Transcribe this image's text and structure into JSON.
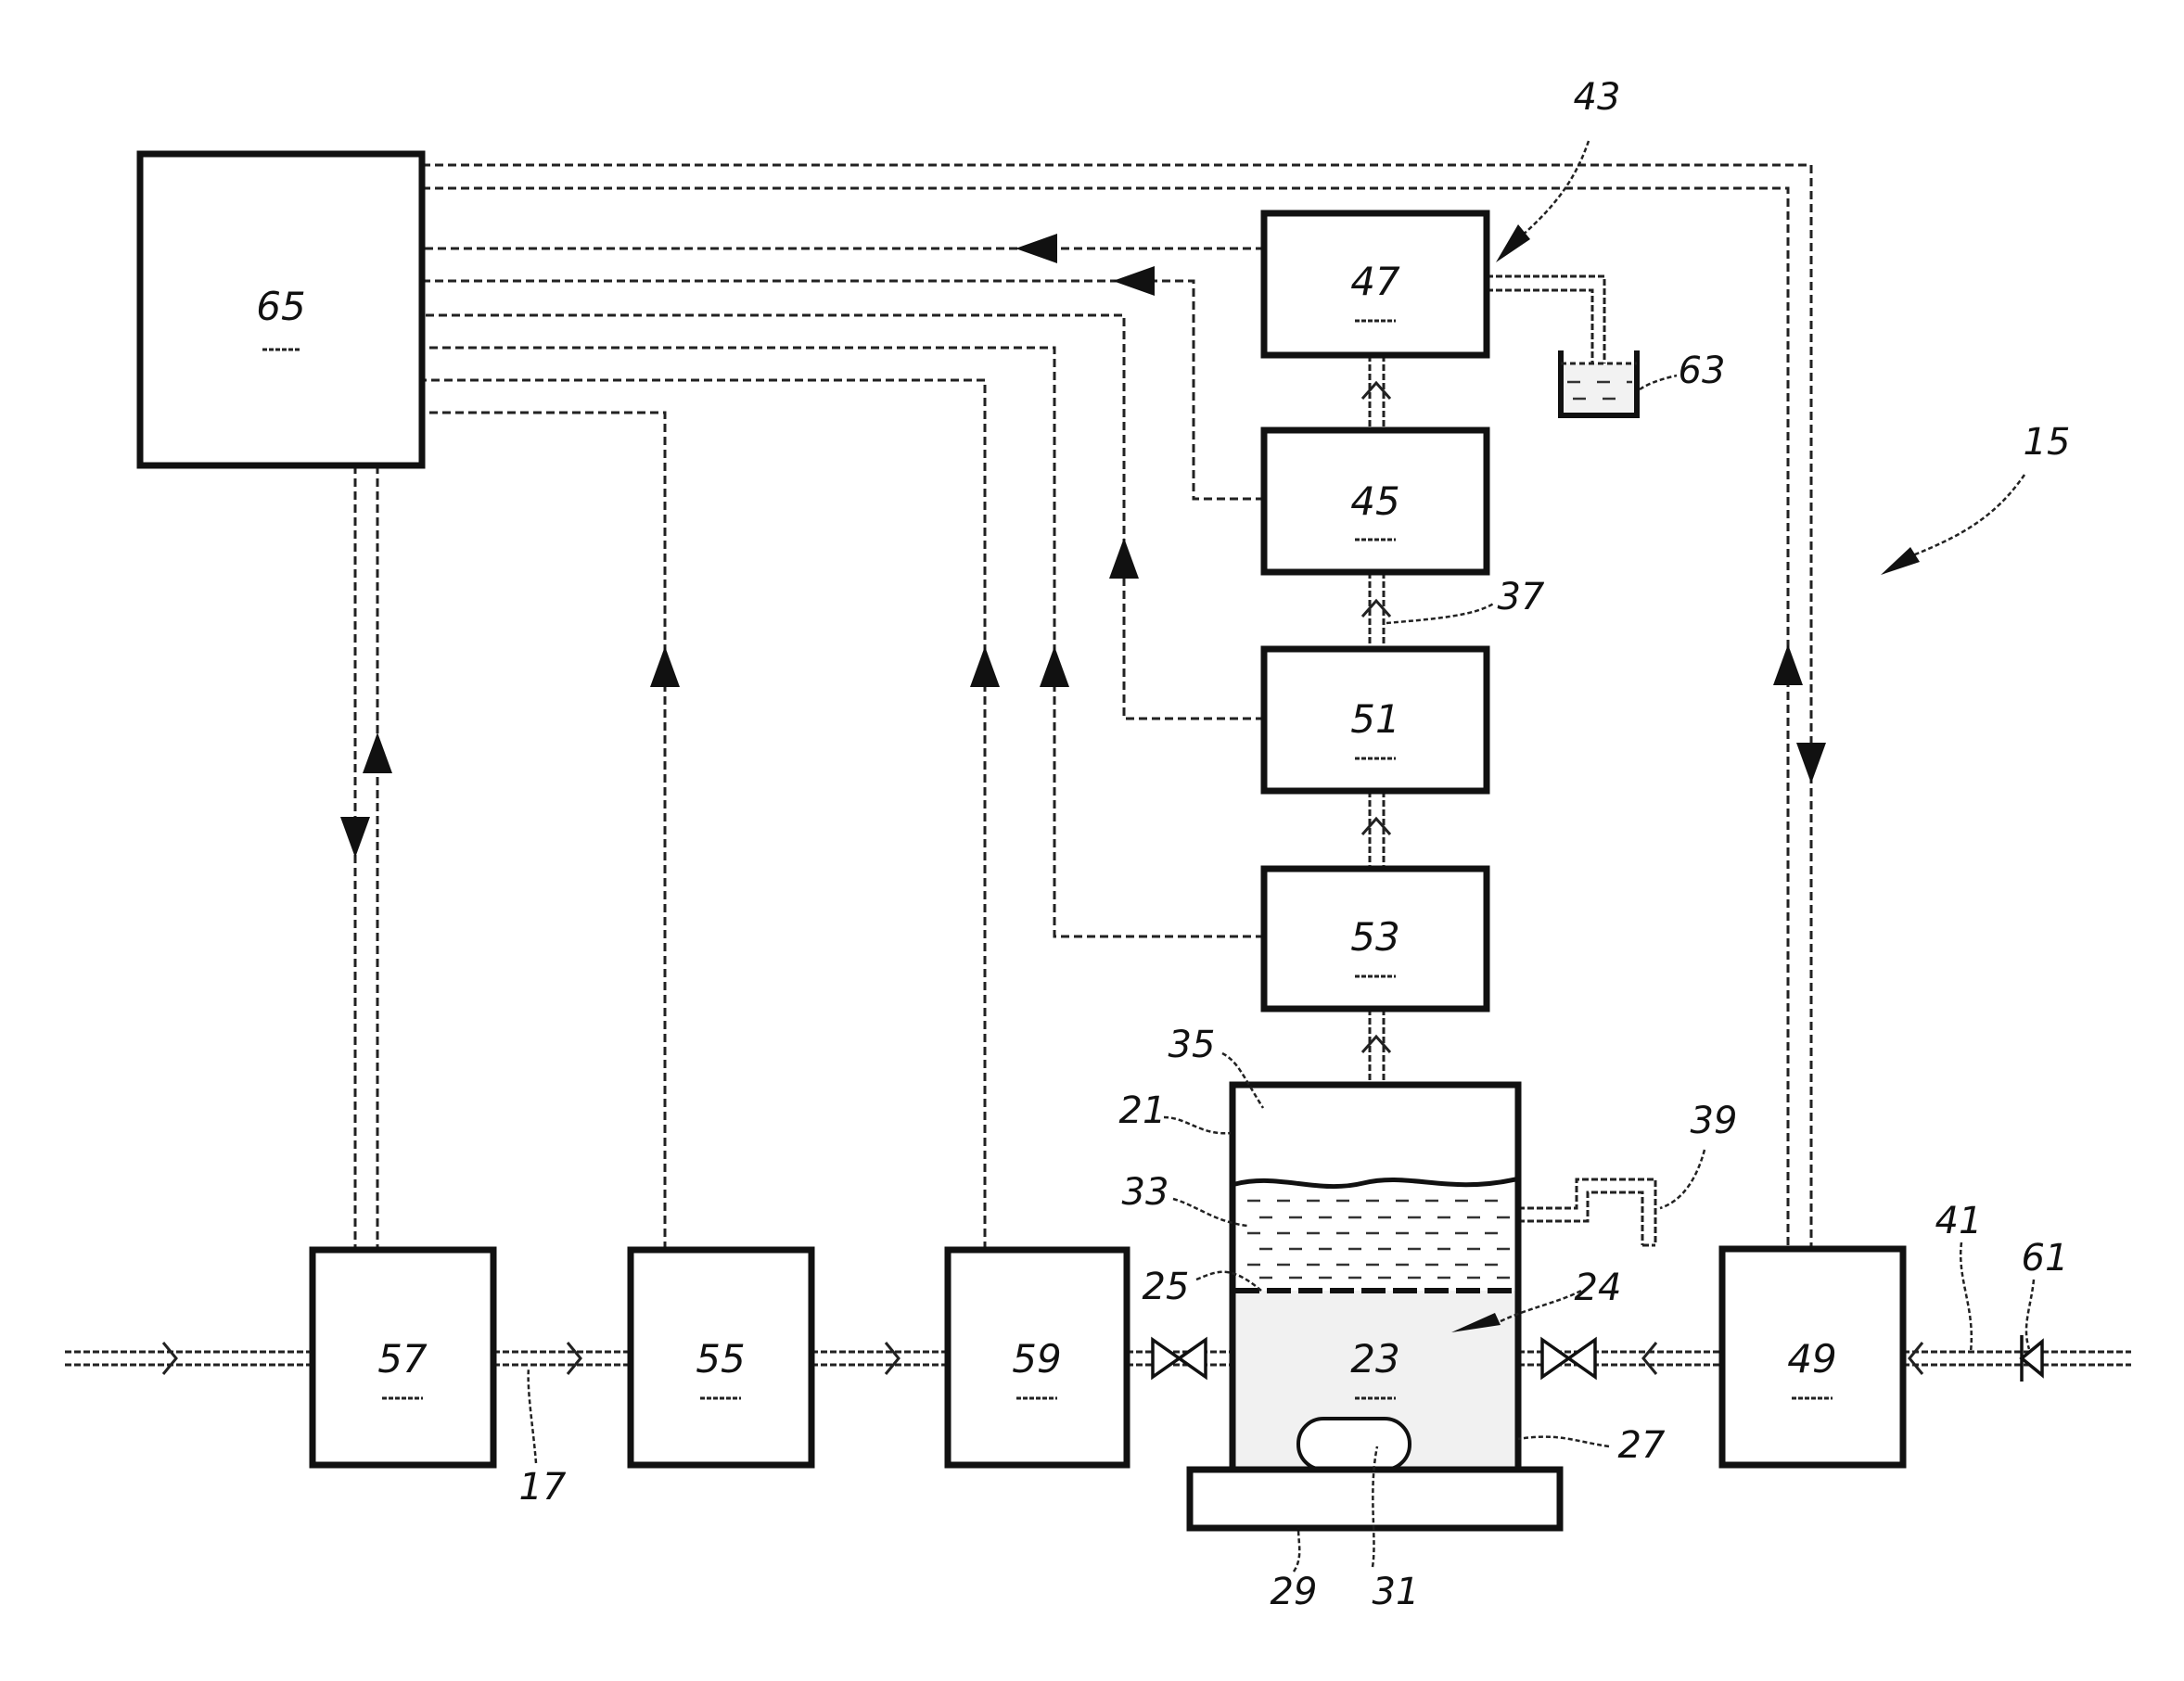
{
  "figure": {
    "system_ref": "15",
    "blocks": [
      {
        "id": "controller",
        "ref": "65"
      },
      {
        "id": "block-57",
        "ref": "57"
      },
      {
        "id": "block-55",
        "ref": "55"
      },
      {
        "id": "block-59",
        "ref": "59"
      },
      {
        "id": "block-49",
        "ref": "49"
      },
      {
        "id": "block-53",
        "ref": "53"
      },
      {
        "id": "block-51",
        "ref": "51"
      },
      {
        "id": "block-45",
        "ref": "45"
      },
      {
        "id": "block-47",
        "ref": "47"
      }
    ],
    "vessel": {
      "vessel_ref": "21",
      "bed_ref": "23",
      "bed_arrow_ref": "24",
      "screen_ref": "25",
      "bottom_ref": "27",
      "liquid_ref": "33",
      "headspace_ref": "35",
      "base_ref": "29",
      "stirrer_ref": "31"
    },
    "callouts": {
      "inlet_line": "17",
      "gas_line": "37",
      "overflow": "39",
      "return_line": "41",
      "group_43": "43",
      "check_valve": "61",
      "collector": "63"
    }
  }
}
